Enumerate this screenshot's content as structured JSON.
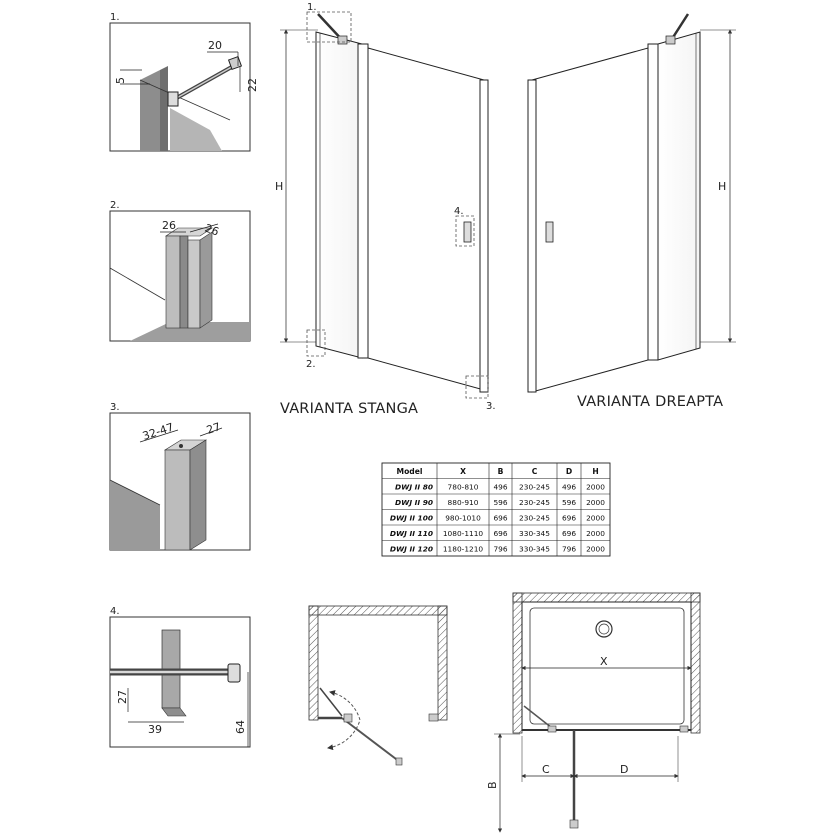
{
  "details": [
    {
      "number": "1.",
      "dims": [
        "20",
        "5",
        "22"
      ]
    },
    {
      "number": "2.",
      "dims": [
        "26",
        "26"
      ]
    },
    {
      "number": "3.",
      "dims": [
        "32-47",
        "27"
      ]
    },
    {
      "number": "4.",
      "dims": [
        "27",
        "39",
        "64"
      ]
    }
  ],
  "elevation": {
    "height_label": "H",
    "callouts": [
      "1.",
      "2.",
      "3.",
      "4."
    ],
    "left_variant": "VARIANTA STANGA",
    "right_variant": "VARIANTA DREAPTA"
  },
  "table": {
    "headers": [
      "Model",
      "X",
      "B",
      "C",
      "D",
      "H"
    ],
    "rows": [
      [
        "DWJ II 80",
        "780-810",
        "496",
        "230-245",
        "496",
        "2000"
      ],
      [
        "DWJ II 90",
        "880-910",
        "596",
        "230-245",
        "596",
        "2000"
      ],
      [
        "DWJ II 100",
        "980-1010",
        "696",
        "230-245",
        "696",
        "2000"
      ],
      [
        "DWJ II 110",
        "1080-1110",
        "696",
        "330-345",
        "696",
        "2000"
      ],
      [
        "DWJ II 120",
        "1180-1210",
        "796",
        "330-345",
        "796",
        "2000"
      ]
    ]
  },
  "plan": {
    "x_label": "X",
    "b_label": "B",
    "c_label": "C",
    "d_label": "D"
  },
  "colors": {
    "line": "#2a2a2a",
    "panel_grey": "#9a9a9a",
    "hatch": "#555555"
  }
}
